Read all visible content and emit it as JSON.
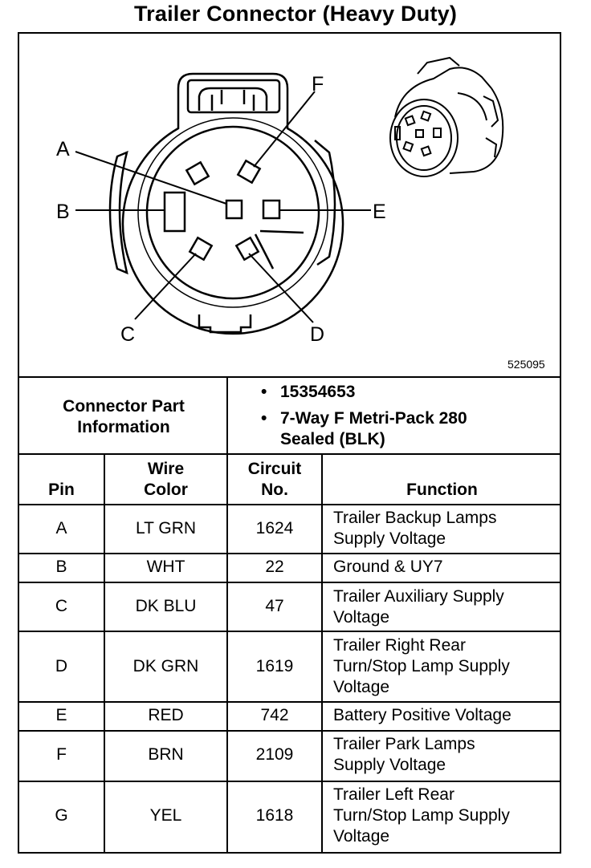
{
  "title": "Trailer Connector (Heavy Duty)",
  "figure_id": "525095",
  "pin_letters": {
    "A": "A",
    "B": "B",
    "C": "C",
    "D": "D",
    "E": "E",
    "F": "F"
  },
  "connector_info": {
    "label_line1": "Connector Part",
    "label_line2": "Information",
    "part_number": "15354653",
    "description_line1": "7-Way F Metri-Pack 280",
    "description_line2": "Sealed (BLK)",
    "bullet": "•"
  },
  "headers": {
    "pin": "Pin",
    "wire_color_line1": "Wire",
    "wire_color_line2": "Color",
    "circuit_line1": "Circuit",
    "circuit_line2": "No.",
    "function": "Function"
  },
  "rows": [
    {
      "pin": "A",
      "color": "LT GRN",
      "circuit": "1624",
      "function": [
        "Trailer Backup Lamps",
        "Supply Voltage"
      ]
    },
    {
      "pin": "B",
      "color": "WHT",
      "circuit": "22",
      "function": [
        "Ground & UY7"
      ]
    },
    {
      "pin": "C",
      "color": "DK BLU",
      "circuit": "47",
      "function": [
        "Trailer Auxiliary Supply",
        "Voltage"
      ]
    },
    {
      "pin": "D",
      "color": "DK GRN",
      "circuit": "1619",
      "function": [
        "Trailer Right Rear",
        "Turn/Stop Lamp Supply",
        "Voltage"
      ]
    },
    {
      "pin": "E",
      "color": "RED",
      "circuit": "742",
      "function": [
        "Battery Positive Voltage"
      ]
    },
    {
      "pin": "F",
      "color": "BRN",
      "circuit": "2109",
      "function": [
        "Trailer Park Lamps",
        "Supply Voltage"
      ]
    },
    {
      "pin": "G",
      "color": "YEL",
      "circuit": "1618",
      "function": [
        "Trailer Left Rear",
        "Turn/Stop Lamp Supply",
        "Voltage"
      ]
    }
  ]
}
